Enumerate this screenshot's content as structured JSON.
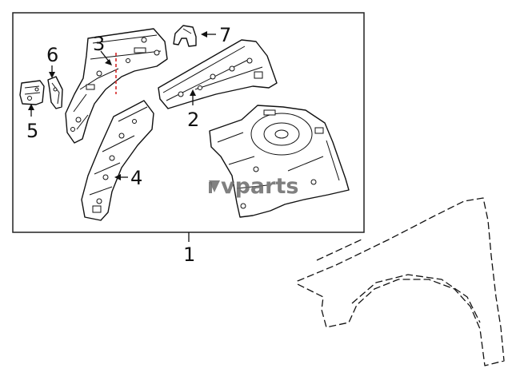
{
  "callouts": {
    "c1": "1",
    "c2": "2",
    "c3": "3",
    "c4": "4",
    "c5": "5",
    "c6": "6",
    "c7": "7"
  },
  "watermark": "vparts",
  "colors": {
    "line": "#111111",
    "frame": "#222222",
    "cut_marker": "#d62828",
    "watermark": "#6b6b6b"
  }
}
